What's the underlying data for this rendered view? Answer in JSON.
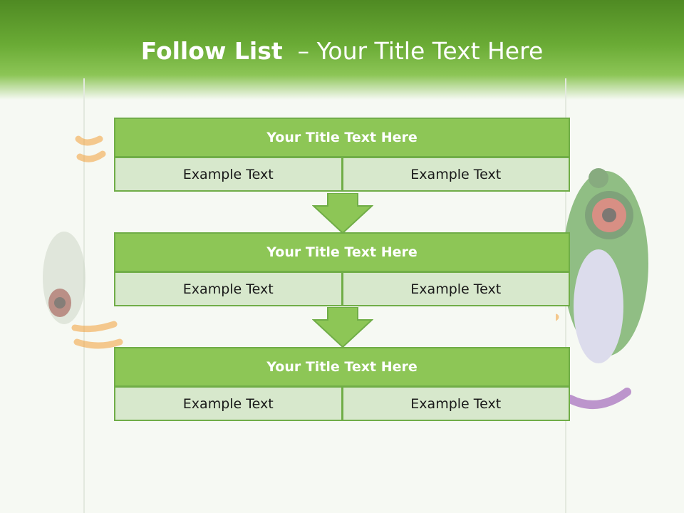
{
  "slide": {
    "title_bold": "Follow List",
    "title_rest": "– Your Title Text Here"
  },
  "blocks": [
    {
      "title": "Your Title Text Here",
      "left": "Example Text",
      "right": "Example Text"
    },
    {
      "title": "Your Title Text Here",
      "left": "Example Text",
      "right": "Example Text"
    },
    {
      "title": "Your Title Text Here",
      "left": "Example Text",
      "right": "Example Text"
    }
  ],
  "colors": {
    "header_green": "#6aab35",
    "block_title_fill": "#8dc656",
    "cell_fill": "#d7e8cc",
    "border": "#70ad47"
  },
  "icons": [
    "down-arrow-icon",
    "down-arrow-icon"
  ]
}
